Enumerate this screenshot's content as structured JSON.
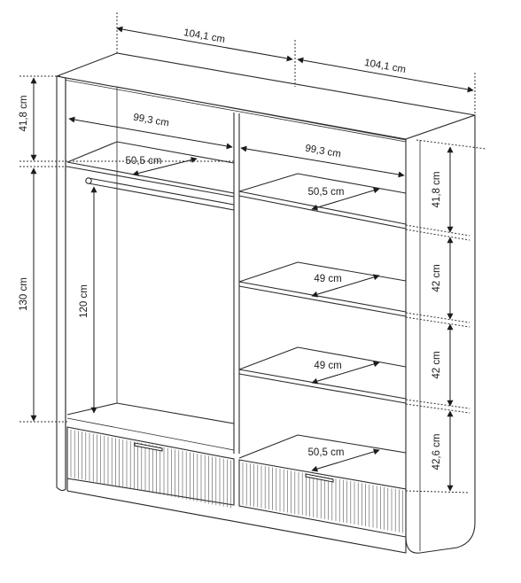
{
  "dimensions": {
    "top_left_width": "104,1 cm",
    "top_right_width": "104,1 cm",
    "left_top_height": "41,8 cm",
    "left_bottom_height": "130 cm",
    "rail_height": "120 cm",
    "left_shelf_width": "99,3 cm",
    "right_shelf_width": "99,3 cm",
    "left_shelf_depth": "50,5 cm",
    "shelf1_depth": "50,5 cm",
    "shelf2_depth": "49 cm",
    "shelf3_depth": "49 cm",
    "bottom_depth": "50,5 cm",
    "right_h1": "41,8 cm",
    "right_h2": "42 cm",
    "right_h3": "42 cm",
    "right_h4": "42,6 cm"
  }
}
